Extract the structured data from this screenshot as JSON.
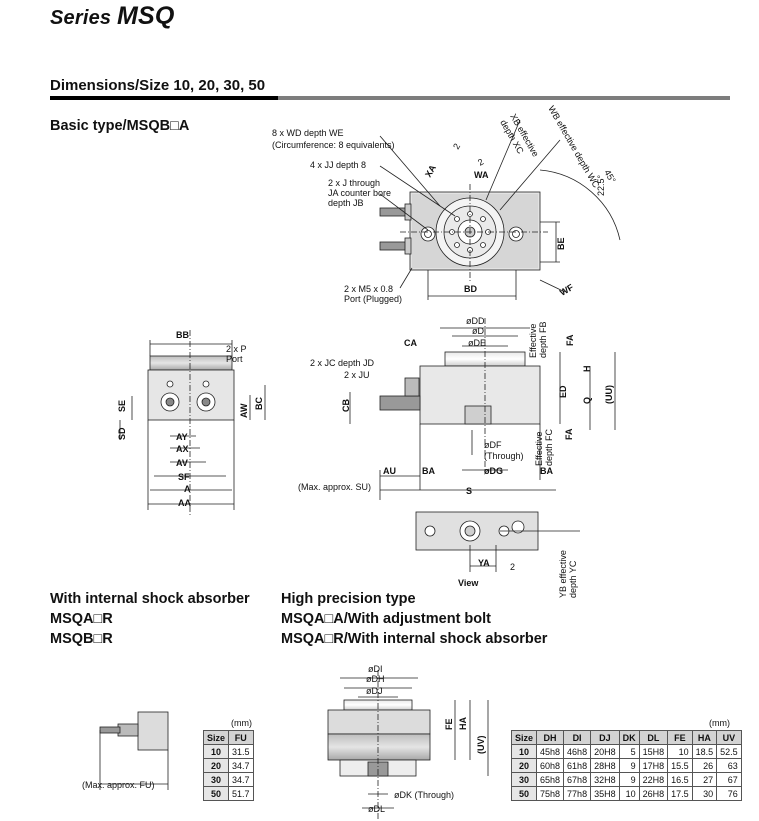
{
  "header": {
    "series_prefix": "Series ",
    "series_model": "MSQ"
  },
  "section": {
    "title": "Dimensions/Size 10, 20, 30, 50"
  },
  "basic": {
    "heading": "Basic type/MSQB□A"
  },
  "labels": {
    "wd": "8 x WD depth WE",
    "circ": "(Circumference: 8 equivalents)",
    "jj": "4 x JJ depth 8",
    "j1": "2 x J through",
    "j2": "JA counter bore",
    "j3": "depth JB",
    "m5a": "2 x M5 x 0.8",
    "m5b": "Port (Plugged)",
    "xa": "XA",
    "wa": "WA",
    "xb1": "XB effective",
    "xb2": "depth XC",
    "wb1": "WB effective depth WC",
    "deg45": "45°",
    "deg225": "22.5°",
    "two": "2",
    "be": "BE",
    "bd": "BD",
    "wf": "WF",
    "bb": "BB",
    "p1": "2 x P",
    "p2": "Port",
    "se": "SE",
    "sd": "SD",
    "aw": "AW",
    "bc": "BC",
    "ay": "AY",
    "ax": "AX",
    "av": "AV",
    "sf": "SF",
    "a": "A",
    "aa": "AA",
    "dd": "øDD",
    "d": "øD",
    "de": "øDE",
    "jc": "2 x JC depth JD",
    "ca": "CA",
    "ju": "2 x JU",
    "cb": "CB",
    "fb1": "Effective",
    "fb2": "depth FB",
    "fa": "FA",
    "ed": "ED",
    "h": "H",
    "q": "Q",
    "uu": "(UU)",
    "df": "øDF",
    "through": "(Through)",
    "fc1": "Effective",
    "fc2": "depth FC",
    "au": "AU",
    "ba": "BA",
    "dg": "øDG",
    "ba2": "BA",
    "su": "(Max. approx. SU)",
    "s": "S",
    "ya": "YA",
    "yb1": "YB effective",
    "yb2": "depth YC",
    "view": "View",
    "fu": "(Max. approx. FU)",
    "di": "øDI",
    "dh": "øDH",
    "dj": "øDJ",
    "fe": "FE",
    "ha": "HA",
    "uv": "(UV)",
    "dk": "øDK (Through)",
    "dl": "øDL"
  },
  "shock": {
    "title": "With internal shock absorber",
    "line1": "MSQA□R",
    "line2": "MSQB□R"
  },
  "precision": {
    "title": "High precision type",
    "line1": "MSQA□A/With adjustment bolt",
    "line2": "MSQA□R/With internal shock absorber"
  },
  "fu_table": {
    "unit": "(mm)",
    "headers": [
      "Size",
      "FU"
    ],
    "rows": [
      [
        "10",
        "31.5"
      ],
      [
        "20",
        "34.7"
      ],
      [
        "30",
        "34.7"
      ],
      [
        "50",
        "51.7"
      ]
    ]
  },
  "dim_table": {
    "unit": "(mm)",
    "headers": [
      "Size",
      "DH",
      "DI",
      "DJ",
      "DK",
      "DL",
      "FE",
      "HA",
      "UV"
    ],
    "rows": [
      [
        "10",
        "45h8",
        "46h8",
        "20H8",
        "5",
        "15H8",
        "10",
        "18.5",
        "52.5"
      ],
      [
        "20",
        "60h8",
        "61h8",
        "28H8",
        "9",
        "17H8",
        "15.5",
        "26",
        "63"
      ],
      [
        "30",
        "65h8",
        "67h8",
        "32H8",
        "9",
        "22H8",
        "16.5",
        "27",
        "67"
      ],
      [
        "50",
        "75h8",
        "77h8",
        "35H8",
        "10",
        "26H8",
        "17.5",
        "30",
        "76"
      ]
    ]
  }
}
